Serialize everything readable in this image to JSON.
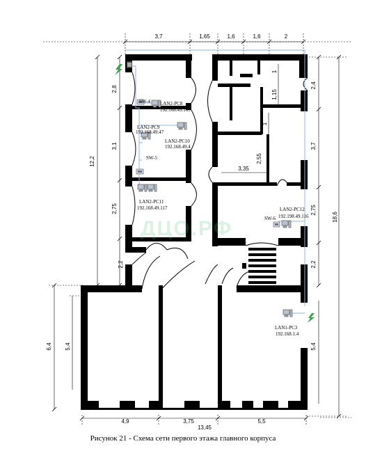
{
  "dimensions": {
    "top": [
      "3,7",
      "1,65",
      "1,6",
      "1,6",
      "2"
    ],
    "left_outer": "12,2",
    "left_rooms": [
      "2,8",
      "3,1",
      "2,75",
      "2,2"
    ],
    "left_lower_outer": "6,4",
    "left_lower_inner": "5,4",
    "right_outer": "18,6",
    "right_rooms": [
      "2,4",
      "3,7",
      "2,75",
      "2,2"
    ],
    "right_lower": "5,4",
    "inner": [
      "1",
      "1,15",
      "1",
      "2,55",
      "3,35"
    ],
    "bottom": [
      "4,9",
      "3,75",
      "5,5"
    ],
    "bottom_total": "13,45"
  },
  "devices": {
    "sw4": "SW-4",
    "sw5": "SW-5",
    "sw6": "SW-6",
    "pc8": {
      "name": "LAN2-PC8",
      "ip": "192.168.49.109"
    },
    "pc9": {
      "name": "LAN2-PC9",
      "ip": "192.168.49.47"
    },
    "pc10": {
      "name": "LAN2-PC10",
      "ip": "192.168.49.4"
    },
    "pc11": {
      "name": "LAN2-PC11",
      "ip": "192.168.49.117"
    },
    "pc12": {
      "name": "LAN2-PC12",
      "ip": "192.198.49.116"
    },
    "pc3": {
      "name": "LAN1-PC3",
      "ip": "192.168.1.4"
    }
  },
  "watermark": "ДЦО.РФ",
  "caption": "Рисунок 21 - Схема сети первого этажа главного корпуса",
  "colors": {
    "wall": "#000000",
    "cable": "#8fb4e3",
    "watermark": "#5cc27a"
  }
}
